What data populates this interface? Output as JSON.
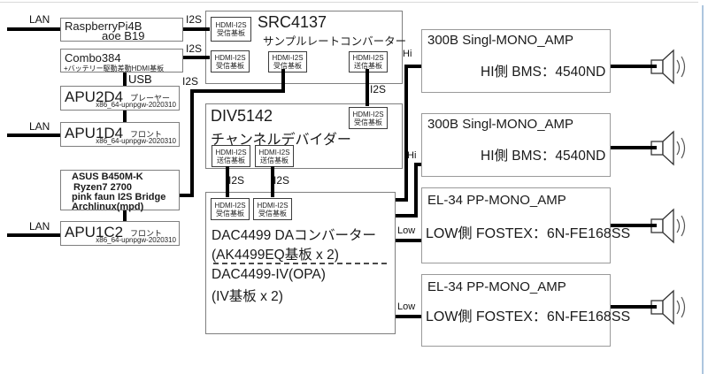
{
  "labels": {
    "lan": "LAN",
    "usb": "USB",
    "i2s": "I2S",
    "hi": "Hi",
    "low": "Low"
  },
  "boards": {
    "hdmi": "HDMI-I2S",
    "rx": "受信基板",
    "tx": "送信基板"
  },
  "nodes": {
    "pi": {
      "title": "RaspberryPi4B",
      "sub": "aoe B19"
    },
    "combo": {
      "title": "Combo384",
      "sub": "+バッテリー駆動差動HDMI基板"
    },
    "apu2d4": {
      "title": "APU2D4",
      "role": "プレーヤー",
      "ver": "x86_64-upnpgw-2020310"
    },
    "apu1d4": {
      "title": "APU1D4",
      "role": "フロント",
      "ver": "x86_64-upnpgw-2020310"
    },
    "asus": {
      "line1": "ASUS B450M-K",
      "line2": "Ryzen7 2700",
      "line3": "pink faun I2S Bridge",
      "line4": "Archlinux(mpd)"
    },
    "apu1c2": {
      "title": "APU1C2",
      "role": "フロント",
      "ver": "x86_64-upnpgw-2020310"
    },
    "src": {
      "title": "SRC4137",
      "sub": "サンプルレートコンバーター"
    },
    "div": {
      "title": "DIV5142",
      "sub": "チャンネルデバイダー"
    },
    "dac": {
      "line1": "DAC4499 DAコンバーター",
      "line2": "(AK4499EQ基板 x 2)",
      "line3": "DAC4499-IV(OPA)",
      "line4": "(IV基板 x 2)"
    }
  },
  "amps": [
    {
      "title": "300B Singl-MONO_AMP",
      "detail": "HI側 BMS：4540ND"
    },
    {
      "title": "300B Singl-MONO_AMP",
      "detail": "HI側 BMS：4540ND"
    },
    {
      "title": "EL-34 PP-MONO_AMP",
      "detail": "LOW側 FOSTEX：6N-FE168SS"
    },
    {
      "title": "EL-34 PP-MONO_AMP",
      "detail": "LOW側 FOSTEX：6N-FE168SS"
    }
  ],
  "colors": {
    "wire": "#000000",
    "box_border": "#7f7f7f",
    "frame_right": "#adc6de"
  }
}
